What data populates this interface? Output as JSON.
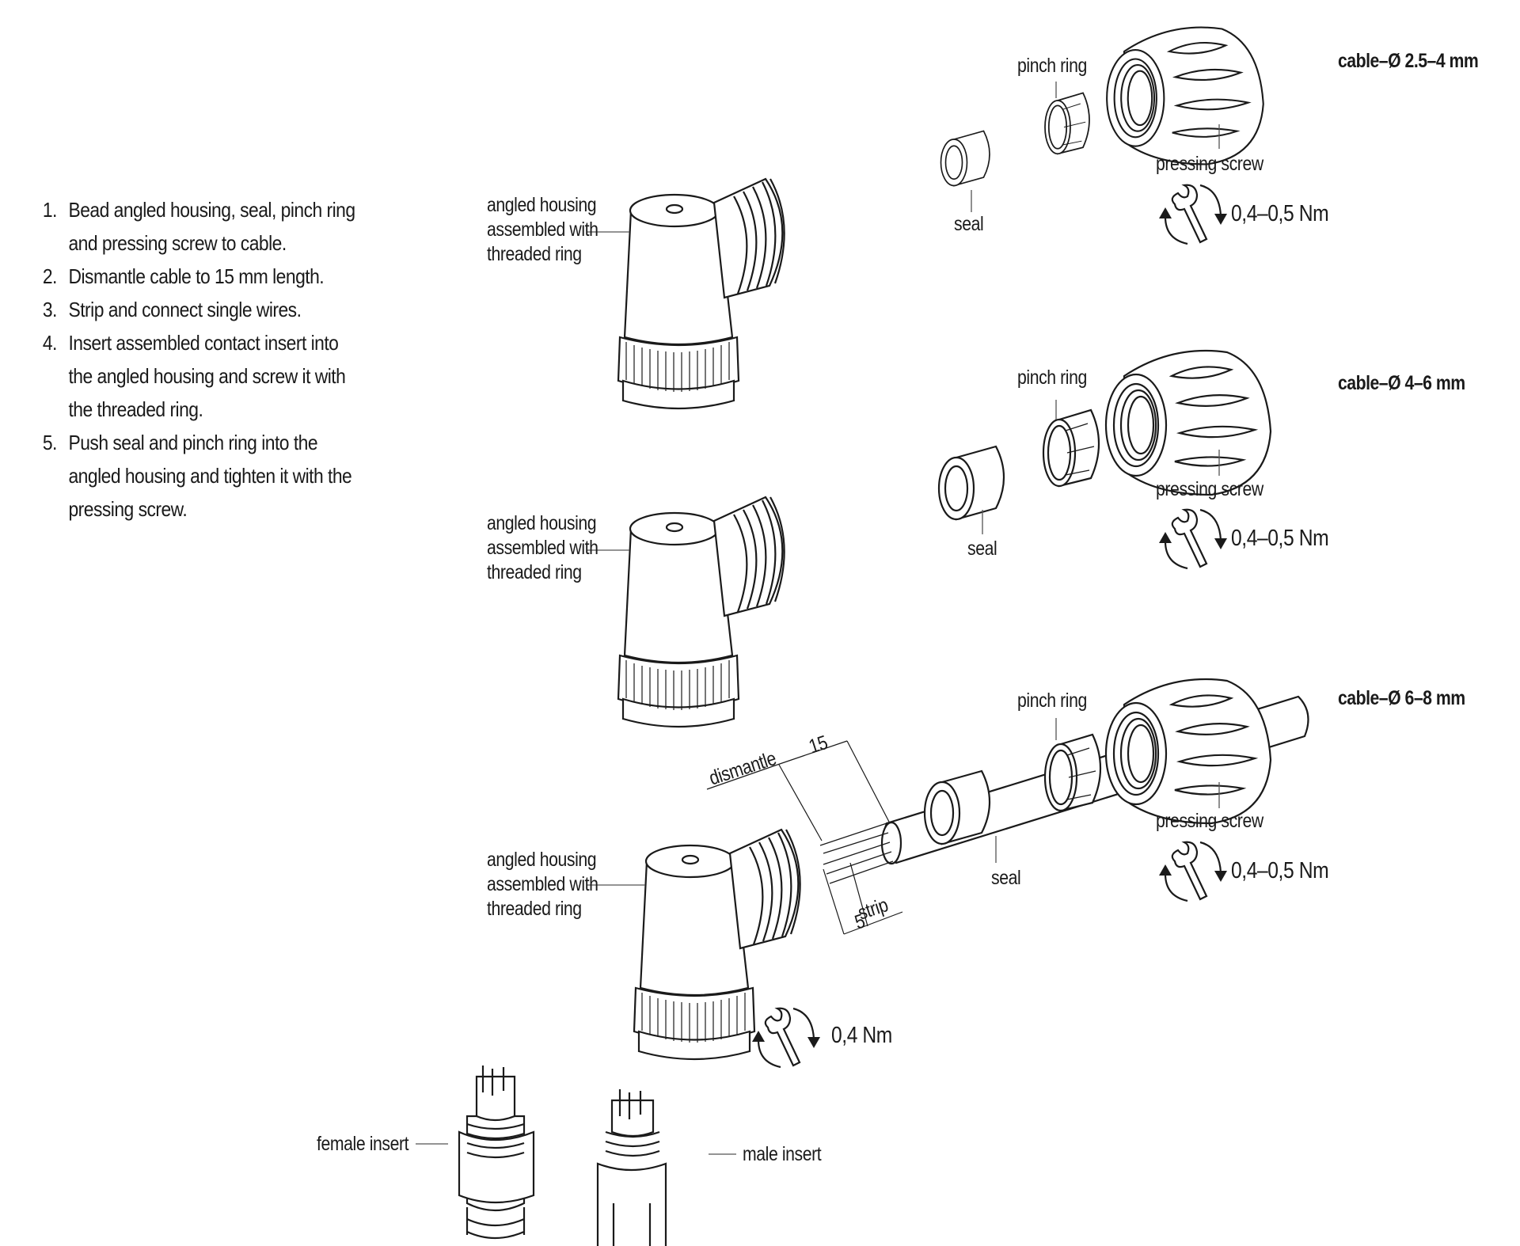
{
  "instructions": [
    "Bead angled housing, seal, pinch ring and pressing screw to cable.",
    "Dismantle cable to 15 mm length.",
    "Strip and connect single wires.",
    "Insert assembled contact insert into the angled housing and screw it with the threaded ring.",
    "Push seal and pinch ring into the angled housing and tighten it with the pressing screw."
  ],
  "variants": [
    {
      "heading": "cable–Ø 2.5–4 mm",
      "pinch_ring": "pinch ring",
      "pressing_screw": "pressing screw",
      "seal": "seal",
      "torque": "0,4–0,5 Nm",
      "housing_label": "angled housing assembled with threaded ring"
    },
    {
      "heading": "cable–Ø 4–6 mm",
      "pinch_ring": "pinch ring",
      "pressing_screw": "pressing screw",
      "seal": "seal",
      "torque": "0,4–0,5 Nm",
      "housing_label": "angled housing assembled with threaded ring"
    },
    {
      "heading": "cable–Ø 6–8 mm",
      "pinch_ring": "pinch ring",
      "pressing_screw": "pressing screw",
      "seal": "seal",
      "torque": "0,4–0,5 Nm",
      "housing_label": "angled housing assembled with threaded ring"
    }
  ],
  "dimensions": {
    "dismantle_label": "dismantle",
    "dismantle_value": "15",
    "strip_label": "strip",
    "strip_value": "5"
  },
  "threaded_ring_torque": "0,4 Nm",
  "inserts": {
    "female": "female insert",
    "male": "male insert"
  },
  "icons": {
    "torque": "wrench-rotate-icon"
  }
}
